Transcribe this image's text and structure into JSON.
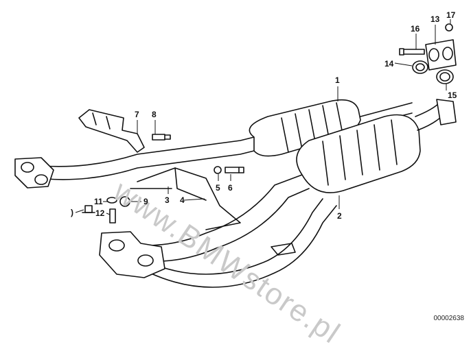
{
  "watermark": "www.BMWstore.pl",
  "diagram_code": "00002638",
  "callouts": {
    "c1": "1",
    "c2": "2",
    "c3": "3",
    "c4": "4",
    "c5": "5",
    "c6": "6",
    "c7": "7",
    "c8": "8",
    "c9": "9",
    "c10": ")",
    "c11": "11",
    "c12": "12",
    "c13": "13",
    "c14": "14",
    "c15": "15",
    "c16": "16",
    "c17": "17"
  }
}
